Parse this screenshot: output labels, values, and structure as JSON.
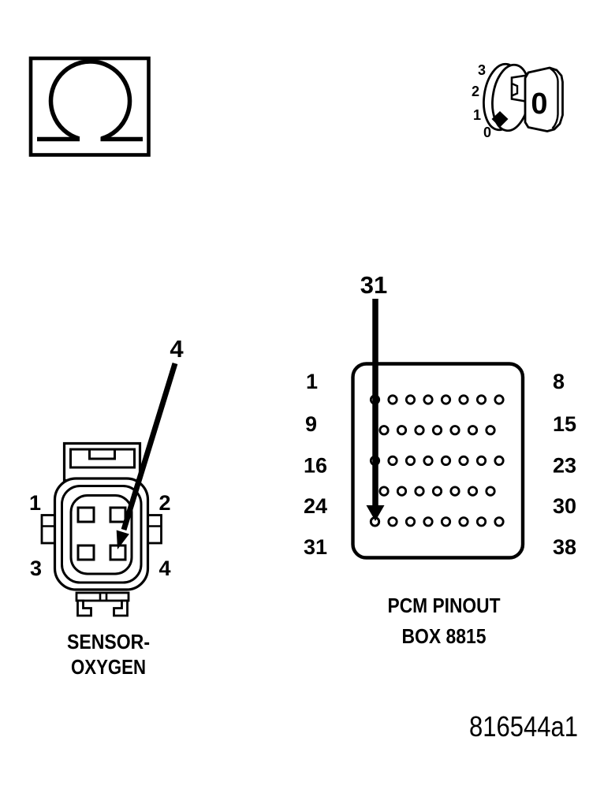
{
  "figure": {
    "id": "816544a1"
  },
  "ohmmeter": {
    "icon": "ohm-symbol"
  },
  "dial": {
    "icon": "rotary-dial",
    "scale_labels": [
      "3",
      "2",
      "1",
      "0"
    ],
    "knob_value": "0"
  },
  "oxygen_connector": {
    "pin_labels": {
      "top_left": "1",
      "top_right": "2",
      "bottom_left": "3",
      "bottom_right": "4"
    },
    "callout_pin": "4",
    "caption_line1": "SENSOR-",
    "caption_line2": "OXYGEN"
  },
  "pcm": {
    "callout_pin": "31",
    "left_labels": [
      "1",
      "9",
      "16",
      "24",
      "31"
    ],
    "right_labels": [
      "8",
      "15",
      "23",
      "30",
      "38"
    ],
    "rows": [
      8,
      7,
      8,
      7,
      8
    ],
    "caption_line1": "PCM PINOUT",
    "caption_line2": "BOX 8815"
  }
}
